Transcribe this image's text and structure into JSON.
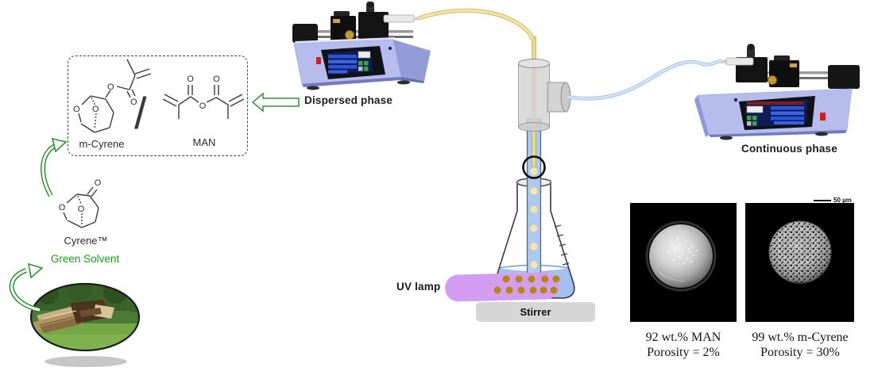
{
  "chemicals": {
    "m_cyrene_label": "m-Cyrene",
    "man_label": "MAN",
    "separator": "/",
    "cyrene_label": "Cyrene™",
    "green_solvent_label": "Green Solvent",
    "atom_o": "O"
  },
  "phases": {
    "dispersed_label": "Dispersed phase",
    "continuous_label": "Continuous phase"
  },
  "reactor": {
    "uv_lamp_label": "UV lamp",
    "stirrer_label": "Stirrer"
  },
  "sem": {
    "scale_bar_label": "50 µm",
    "left": {
      "composition": "92 wt.% MAN",
      "porosity": "Porosity = 2%"
    },
    "right": {
      "composition": "99 wt.% m-Cyrene",
      "porosity": "Porosity = 30%"
    }
  },
  "colors": {
    "arrow_green": "#2f9333",
    "green_text": "#17a317",
    "pump_body": "#b6bdec",
    "uv_beam": "#d39df2",
    "tube_yellow": "#f2e49e",
    "tube_blue": "#cfe0f8",
    "reactor_tube": "#adc9f0",
    "droplet_pale": "#f5e6a4",
    "droplet_gold": "#b8860b",
    "stirrer_gray": "#d6d6d6"
  }
}
